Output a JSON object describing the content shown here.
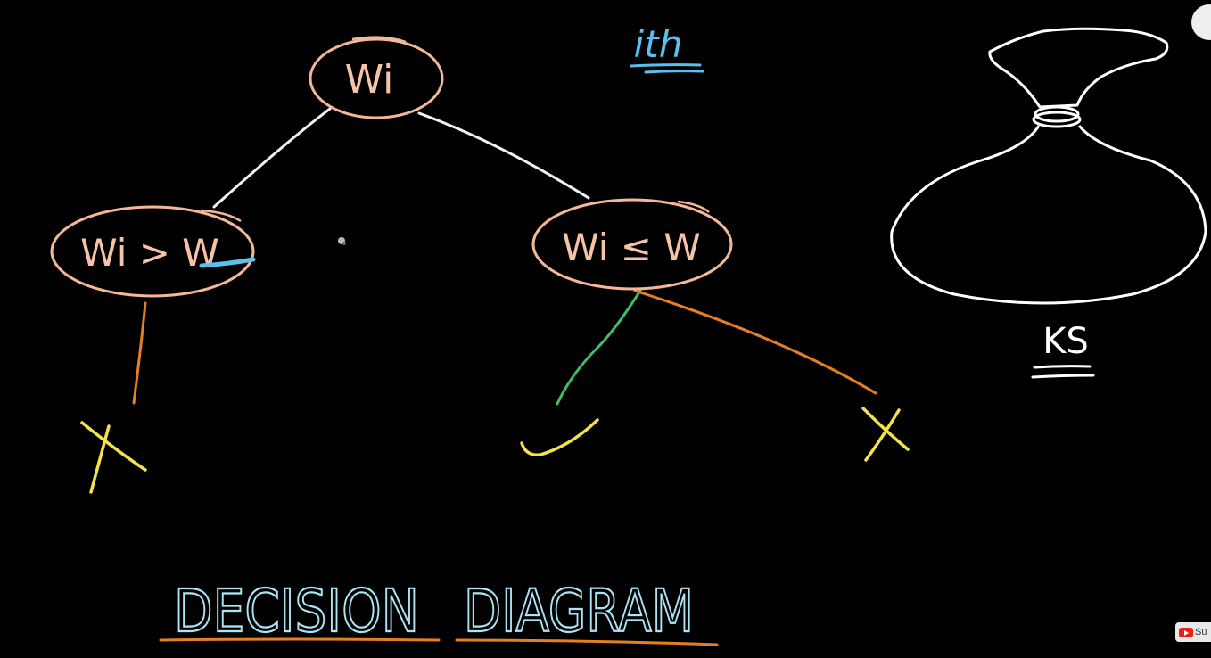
{
  "colors": {
    "background": "#000000",
    "node_outline": "#f4b898",
    "node_text": "#f6c3a8",
    "edge_white": "#f2f2f2",
    "edge_orange": "#e67e22",
    "edge_green": "#3fbf6a",
    "mark_yellow": "#f3e24a",
    "accent_blue": "#5bc0f0",
    "title_blue": "#aee3f5",
    "underline_orange": "#e67e22",
    "bag_white": "#ffffff"
  },
  "annotation": {
    "ith": "ith"
  },
  "nodes": {
    "root": "Wi",
    "left": "Wi > W",
    "right": "Wi ≤ W"
  },
  "outcomes": {
    "left_result": "✗",
    "right_include": "✓",
    "right_exclude": "✗"
  },
  "knapsack": {
    "label": "KS",
    "icon": "knapsack-bag-icon"
  },
  "title": {
    "word1": "DECISION",
    "word2": "DIAGRAM"
  },
  "overlay": {
    "badge_text": "Su"
  }
}
